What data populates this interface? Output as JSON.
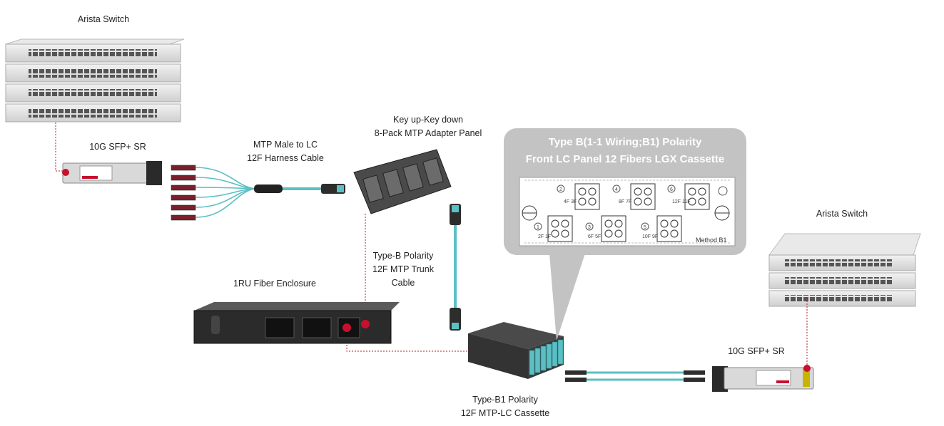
{
  "labels": {
    "switch_left": "Arista Switch",
    "switch_right": "Arista Switch",
    "sfp_left": "10G SFP+ SR",
    "sfp_right": "10G SFP+ SR",
    "harness_line1": "MTP Male to LC",
    "harness_line2": "12F Harness Cable",
    "panel_line1": "Key up-Key down",
    "panel_line2": "8-Pack MTP Adapter Panel",
    "trunk_line1": "Type-B Polarity",
    "trunk_line2": "12F MTP Trunk",
    "trunk_line3": "Cable",
    "enclosure": "1RU Fiber Enclosure",
    "cassette_line1": "Type-B1 Polarity",
    "cassette_line2": "12F MTP-LC Cassette"
  },
  "callout": {
    "title_line1": "Type B(1-1 Wiring;B1) Polarity",
    "title_line2": "Front LC Panel 12 Fibers LGX Cassette",
    "method": "Method B1",
    "fiber_pairs": [
      "4F 3F",
      "8F 7F",
      "12F 11F",
      "2F 1F",
      "6F 5F",
      "10F 9F"
    ],
    "port_numbers": [
      "2",
      "4",
      "6",
      "1",
      "3",
      "5"
    ]
  },
  "colors": {
    "aqua_fiber": "#5bbfc4",
    "callout_bg": "#c3c3c3",
    "connector_red": "#c8102e",
    "dotted_line": "#b22222"
  }
}
